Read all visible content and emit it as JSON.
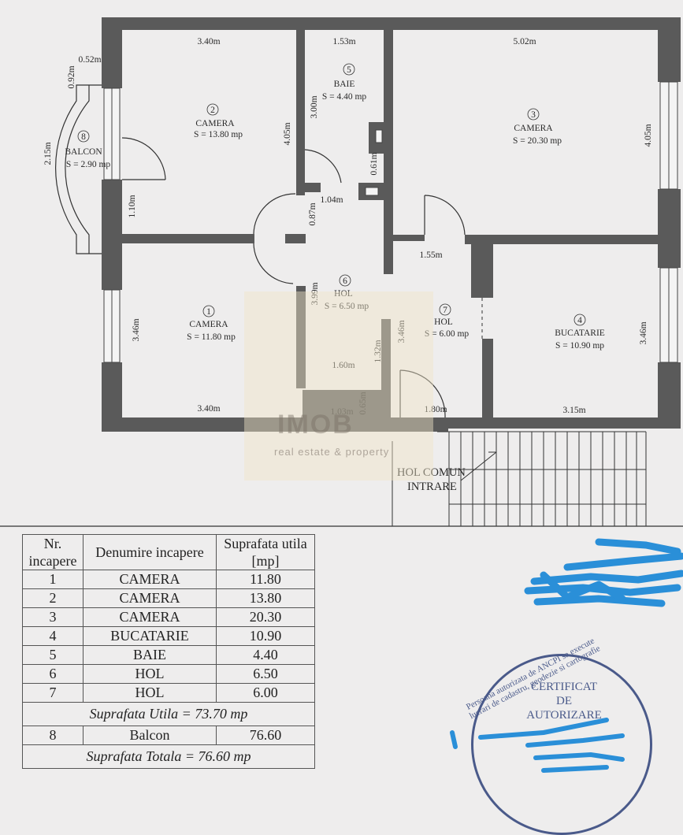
{
  "rooms": [
    {
      "num": "1",
      "name": "CAMERA",
      "area": "S = 11.80 mp"
    },
    {
      "num": "2",
      "name": "CAMERA",
      "area": "S = 13.80 mp"
    },
    {
      "num": "3",
      "name": "CAMERA",
      "area": "S = 20.30 mp"
    },
    {
      "num": "4",
      "name": "BUCATARIE",
      "area": "S = 10.90 mp"
    },
    {
      "num": "5",
      "name": "BAIE",
      "area": "S = 4.40 mp"
    },
    {
      "num": "6",
      "name": "HOL",
      "area": "S = 6.50 mp"
    },
    {
      "num": "7",
      "name": "HOL",
      "area": "S = 6.00 mp"
    },
    {
      "num": "8",
      "name": "BALCON",
      "area": "S = 2.90 mp"
    }
  ],
  "dimensions": {
    "d_340_top": "3.40m",
    "d_153": "1.53m",
    "d_502": "5.02m",
    "d_052": "0.52m",
    "d_092": "0.92m",
    "d_215": "2.15m",
    "d_300": "3.00m",
    "d_405_a": "4.05m",
    "d_405_b": "4.05m",
    "d_061": "0.61m",
    "d_104": "1.04m",
    "d_087": "0.87m",
    "d_110": "1.10m",
    "d_155": "1.55m",
    "d_399": "3.99m",
    "d_346_a": "3.46m",
    "d_346_b": "3.46m",
    "d_346_c": "3.46m",
    "d_132": "1.32m",
    "d_160": "1.60m",
    "d_065": "0.65m",
    "d_103": "1.03m",
    "d_180": "1.80m",
    "d_340_bot": "3.40m",
    "d_315": "3.15m"
  },
  "entrance": {
    "line1": "HOL COMUN",
    "line2": "INTRARE"
  },
  "watermark": {
    "logo": "IMOB",
    "sub": "real estate & property"
  },
  "table": {
    "headers": {
      "num": "Nr. incapere",
      "name": "Denumire  incapere",
      "area": "Suprafata utila [mp]"
    },
    "rows": [
      {
        "num": "1",
        "name": "CAMERA",
        "area": "11.80"
      },
      {
        "num": "2",
        "name": "CAMERA",
        "area": "13.80"
      },
      {
        "num": "3",
        "name": "CAMERA",
        "area": "20.30"
      },
      {
        "num": "4",
        "name": "BUCATARIE",
        "area": "10.90"
      },
      {
        "num": "5",
        "name": "BAIE",
        "area": "4.40"
      },
      {
        "num": "6",
        "name": "HOL",
        "area": "6.50"
      },
      {
        "num": "7",
        "name": "HOL",
        "area": "6.00"
      }
    ],
    "util_total": "Suprafata Utila  = 73.70 mp",
    "balcony_row": {
      "num": "8",
      "name": "Balcon",
      "area": "76.60"
    },
    "grand_total": "Suprafata Totala  = 76.60 mp"
  },
  "stamp": {
    "title": "CERTIFICAT",
    "de": "DE",
    "autorizare": "AUTORIZARE",
    "ring": "Persoana autorizata de ANCPI sa execute lucrari de cadastru, geodezie si cartografie"
  },
  "colors": {
    "wall": "#5a5a5a",
    "ink": "#2a2a2a",
    "paper": "#eeeded",
    "scribble": "#2a8fd8"
  }
}
